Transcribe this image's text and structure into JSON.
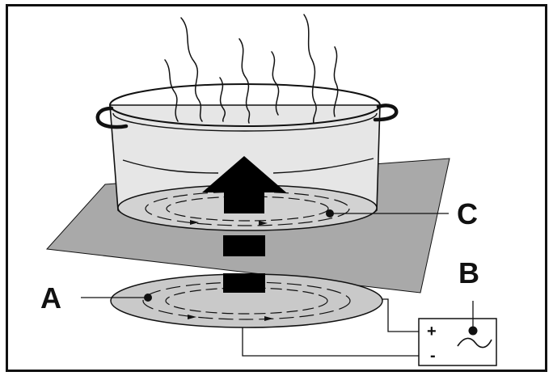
{
  "labels": {
    "a": "A",
    "b": "B",
    "c": "C"
  },
  "source": {
    "plus": "+",
    "minus": "-",
    "ac_symbol": "~"
  },
  "colors": {
    "plate": "#a9a9a9",
    "coil": "#c9c9c9",
    "pot_body": "#e6e6e6",
    "liquid": "#d2d2d2",
    "arrow": "#000000",
    "outline": "#111111"
  }
}
